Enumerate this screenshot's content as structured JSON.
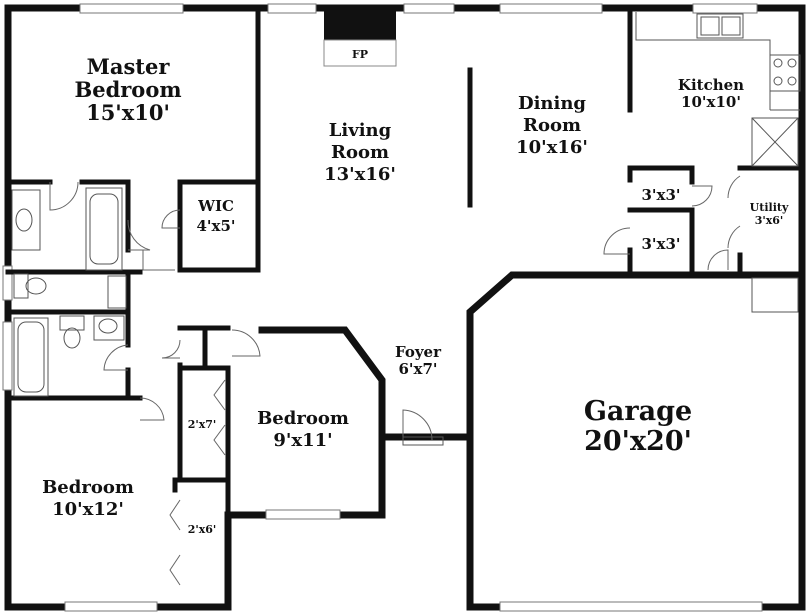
{
  "plan": {
    "fireplace": "FP",
    "rooms": {
      "master": {
        "name_line1": "Master",
        "name_line2": "Bedroom",
        "size": "15'x10'"
      },
      "living": {
        "name_line1": "Living",
        "name_line2": "Room",
        "size": "13'x16'"
      },
      "dining": {
        "name_line1": "Dining",
        "name_line2": "Room",
        "size": "10'x16'"
      },
      "kitchen": {
        "name": "Kitchen",
        "size": "10'x10'"
      },
      "wic": {
        "name": "WIC",
        "size": "4'x5'"
      },
      "closet1": {
        "size": "3'x3'"
      },
      "closet2": {
        "size": "3'x3'"
      },
      "utility": {
        "name": "Utility",
        "size": "3'x6'"
      },
      "foyer": {
        "name": "Foyer",
        "size": "6'x7'"
      },
      "bedroom_mid": {
        "name": "Bedroom",
        "size": "9'x11'"
      },
      "bedroom_left": {
        "name": "Bedroom",
        "size": "10'x12'"
      },
      "closet_2x7": {
        "size": "2'x7'"
      },
      "closet_2x6": {
        "size": "2'x6'"
      },
      "garage": {
        "name": "Garage",
        "size": "20'x20'"
      }
    }
  }
}
